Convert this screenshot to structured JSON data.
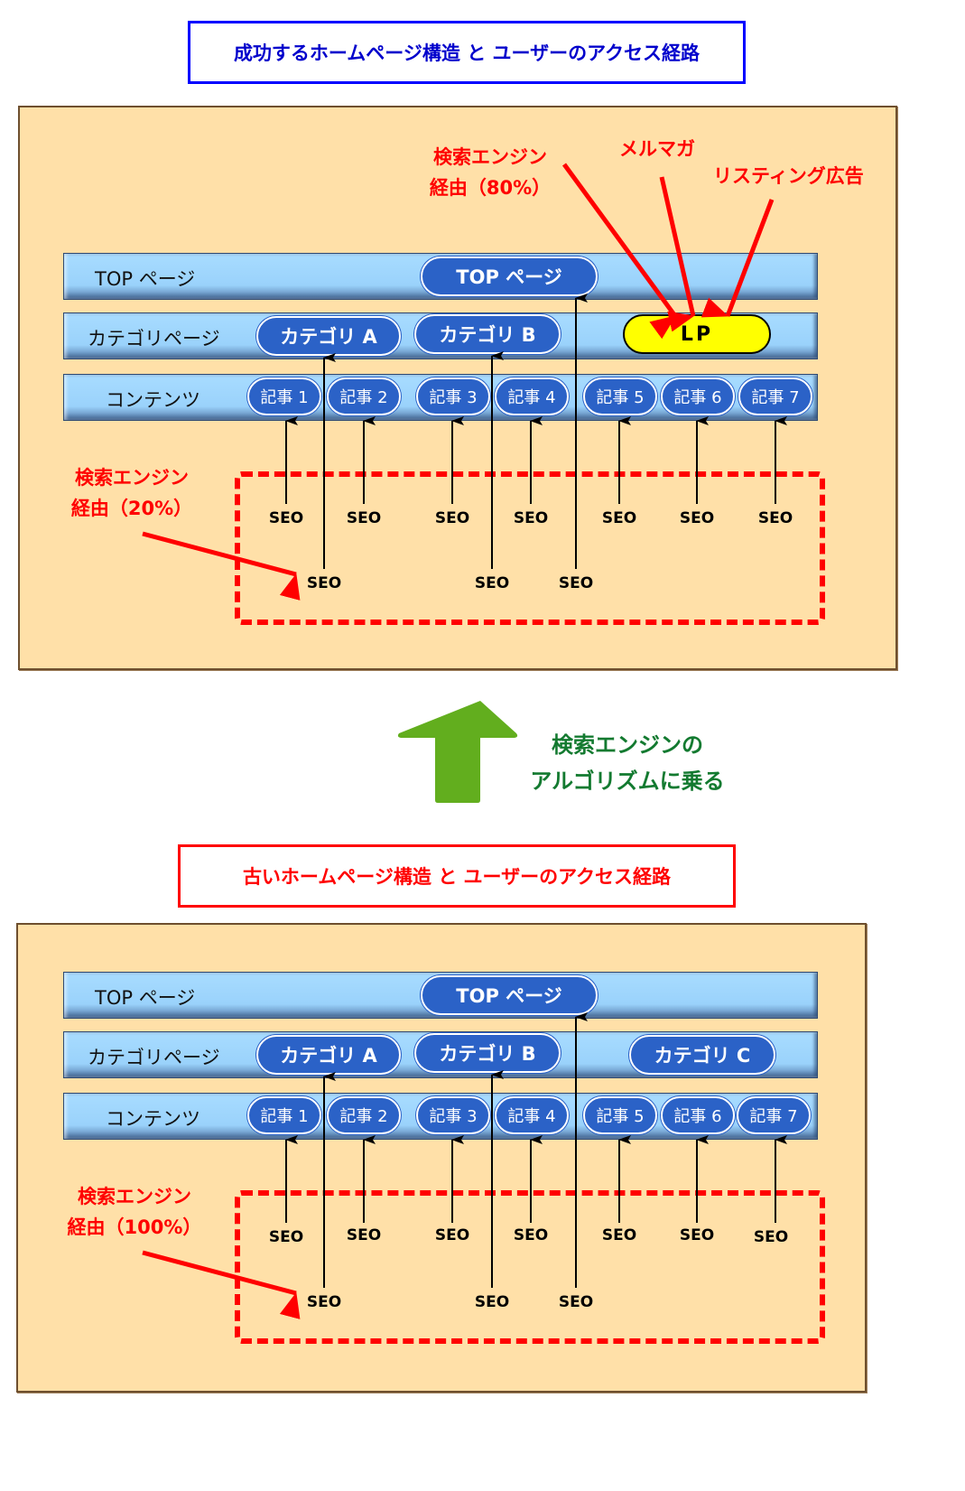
{
  "top_section": {
    "title": "成功するホームページ構造 と ユーザーのアクセス経路",
    "title_border_color": "#0000ff",
    "title_text_color": "#0000cc",
    "rows": {
      "top": "TOP ページ",
      "category": "カテゴリページ",
      "contents": "コンテンツ"
    },
    "top_node": "TOP ページ",
    "category_nodes": [
      "カテゴリ A",
      "カテゴリ B"
    ],
    "lp_node": "LP",
    "lp_color": "#ffff00",
    "articles": [
      "記事 1",
      "記事 2",
      "記事 3",
      "記事 4",
      "記事 5",
      "記事 6",
      "記事 7"
    ],
    "seo_upper": [
      "SEO",
      "SEO",
      "SEO",
      "SEO",
      "SEO",
      "SEO",
      "SEO"
    ],
    "seo_lower": [
      "SEO",
      "SEO",
      "SEO"
    ],
    "search_label_line1": "検索エンジン",
    "search_label_line2": "経由（20%）",
    "lp_sources": {
      "search_line1": "検索エンジン",
      "search_line2": "経由（80%）",
      "mail_magazine": "メルマガ",
      "listing_ads": "リスティング広告"
    }
  },
  "transition": {
    "line1": "検索エンジンの",
    "line2": "アルゴリズムに乗る",
    "arrow_color": "#62ae1e",
    "text_color": "#137a30"
  },
  "bottom_section": {
    "title": "古いホームページ構造 と ユーザーのアクセス経路",
    "title_border_color": "#ff0000",
    "title_text_color": "#ff0000",
    "rows": {
      "top": "TOP ページ",
      "category": "カテゴリページ",
      "contents": "コンテンツ"
    },
    "top_node": "TOP ページ",
    "category_nodes": [
      "カテゴリ A",
      "カテゴリ B",
      "カテゴリ C"
    ],
    "articles": [
      "記事 1",
      "記事 2",
      "記事 3",
      "記事 4",
      "記事 5",
      "記事 6",
      "記事 7"
    ],
    "seo_upper": [
      "SEO",
      "SEO",
      "SEO",
      "SEO",
      "SEO",
      "SEO",
      "SEO"
    ],
    "seo_lower": [
      "SEO",
      "SEO",
      "SEO"
    ],
    "search_label_line1": "検索エンジン",
    "search_label_line2": "経由（100%）"
  }
}
